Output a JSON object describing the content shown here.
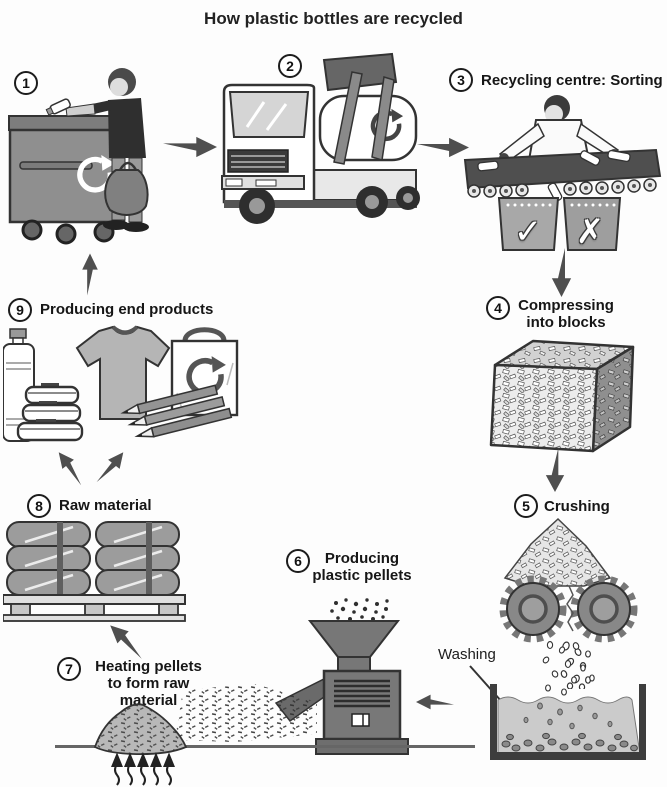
{
  "title": "How plastic bottles are recycled",
  "steps": {
    "s1": {
      "number": "1",
      "label": ""
    },
    "s2": {
      "number": "2",
      "label": ""
    },
    "s3": {
      "number": "3",
      "label": "Recycling centre: Sorting"
    },
    "s4": {
      "number": "4",
      "label": "Compressing into blocks"
    },
    "s5": {
      "number": "5",
      "label": "Crushing"
    },
    "s6": {
      "number": "6",
      "label": "Producing plastic pellets"
    },
    "s7": {
      "number": "7",
      "label": "Heating pellets to form raw material"
    },
    "s8": {
      "number": "8",
      "label": "Raw material"
    },
    "s9": {
      "number": "9",
      "label": "Producing end products"
    }
  },
  "annotations": {
    "washing": "Washing",
    "accept_symbol": "✓",
    "reject_symbol": "✗"
  },
  "icons": {
    "recycle_arrow": "circular-recycle-arrow"
  },
  "colors": {
    "ink": "#1d1d1d",
    "arrow": "#4f4f4f",
    "dark_gray": "#555555",
    "mid_gray": "#8c8c8c",
    "light_gray": "#cccccc",
    "background": "#fdfdfd"
  }
}
